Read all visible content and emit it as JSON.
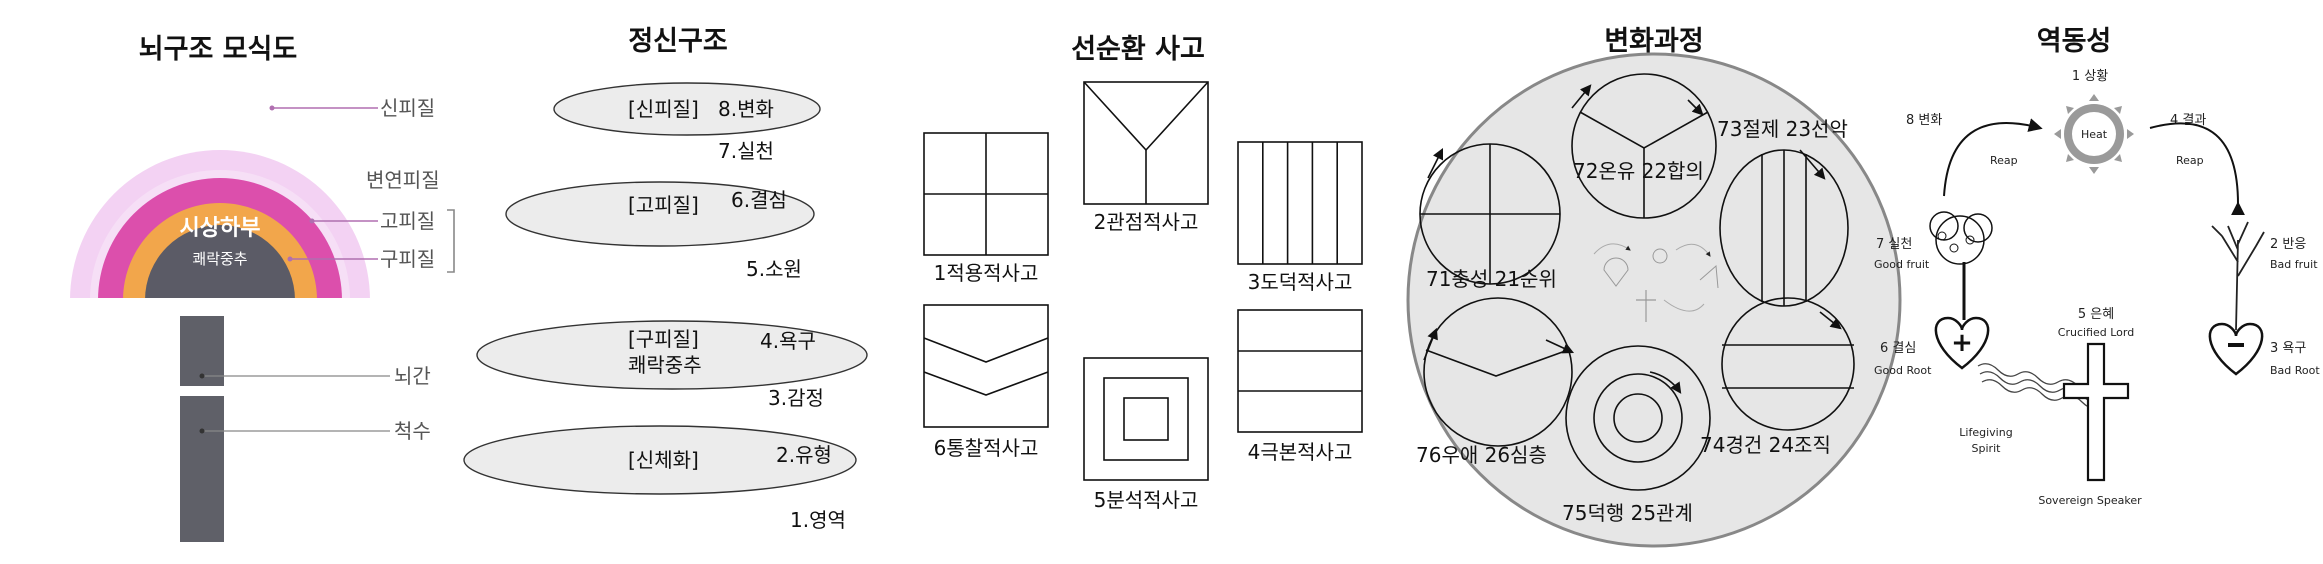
{
  "brain": {
    "title": "뇌구조 모식도",
    "core_main": "시상하부",
    "core_sub": "쾌락중추",
    "neocortex": "신피질",
    "mesocortex": "변연피질",
    "paleocortex": "고피질",
    "archicortex": "구피질",
    "brainstem": "뇌간",
    "spinal": "척수",
    "colors": {
      "outer": "#f3d2f3",
      "magenta": "#dc4fac",
      "orange": "#f2a64b",
      "core": "#5b5b66"
    }
  },
  "mental": {
    "title": "정신구조",
    "e1_tag": "[신피질]",
    "e1_item": "8.변화",
    "i7": "7.실천",
    "e2_tag": "[고피질]",
    "e2_item": "6.결심",
    "i5": "5.소원",
    "e3_tag": "[구피질]",
    "e3_sub": "쾌락중추",
    "e3_item": "4.욕구",
    "i3": "3.감정",
    "e4_tag": "[신체화]",
    "e4_item": "2.유형",
    "i1": "1.영역"
  },
  "cycle": {
    "title": "선순환 사고",
    "s1": "1적용적사고",
    "s2": "2관점적사고",
    "s3": "3도덕적사고",
    "s4": "4극본적사고",
    "s5": "5분석적사고",
    "s6": "6통찰적사고"
  },
  "change": {
    "title": "변화과정",
    "c72": "72온유 22합의",
    "c73": "73절제 23선악",
    "c71": "71충성  21순위",
    "c74": "74경건 24조직",
    "c75": "75덕행 25관계",
    "c76": "76우애 26심층"
  },
  "dynamics": {
    "title": "역동성",
    "n1": "1 상황",
    "heat": "Heat",
    "n8": "8 변화",
    "n4": "4 결과",
    "reap_left": "Reap",
    "reap_right": "Reap",
    "n7": "7 실천",
    "n7_en": "Good fruit",
    "n2": "2 반응",
    "n2_en": "Bad fruit",
    "n6": "6 결심",
    "n6_en": "Good Root",
    "n5": "5 은혜",
    "n5_en": "Crucified Lord",
    "n3": "3 욕구",
    "n3_en": "Bad Root",
    "spirit1": "Lifegiving",
    "spirit2": "Spirit",
    "speaker": "Sovereign Speaker",
    "colors": {
      "sun": "#9a9a9a"
    }
  }
}
